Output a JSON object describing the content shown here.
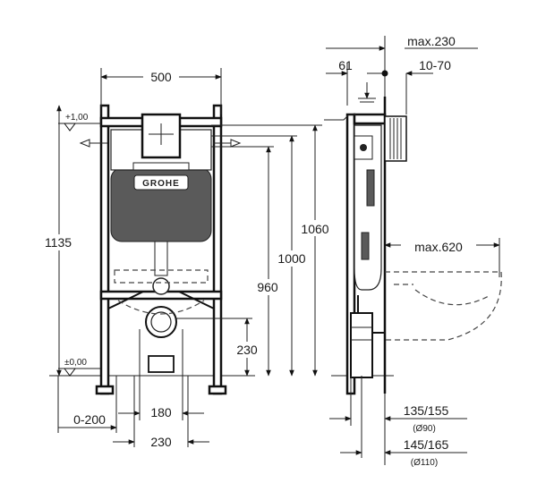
{
  "brand": "GROHE",
  "front_view": {
    "dim_width": "500",
    "dim_height_total": "1135",
    "level_top": "+1,00",
    "level_zero": "±0,00",
    "dim_1060": "1060",
    "dim_1000": "1000",
    "dim_960": "960",
    "dim_230_height": "230",
    "dim_0_200": "0-200",
    "dim_180": "180",
    "dim_230_width": "230"
  },
  "side_view": {
    "dim_max230": "max.230",
    "dim_61": "61",
    "dim_10_70": "10-70",
    "dim_max620": "max.620",
    "dim_135_155": "135/155",
    "dia_90": "(Ø90)",
    "dim_145_165": "145/165",
    "dia_110": "(Ø110)"
  }
}
